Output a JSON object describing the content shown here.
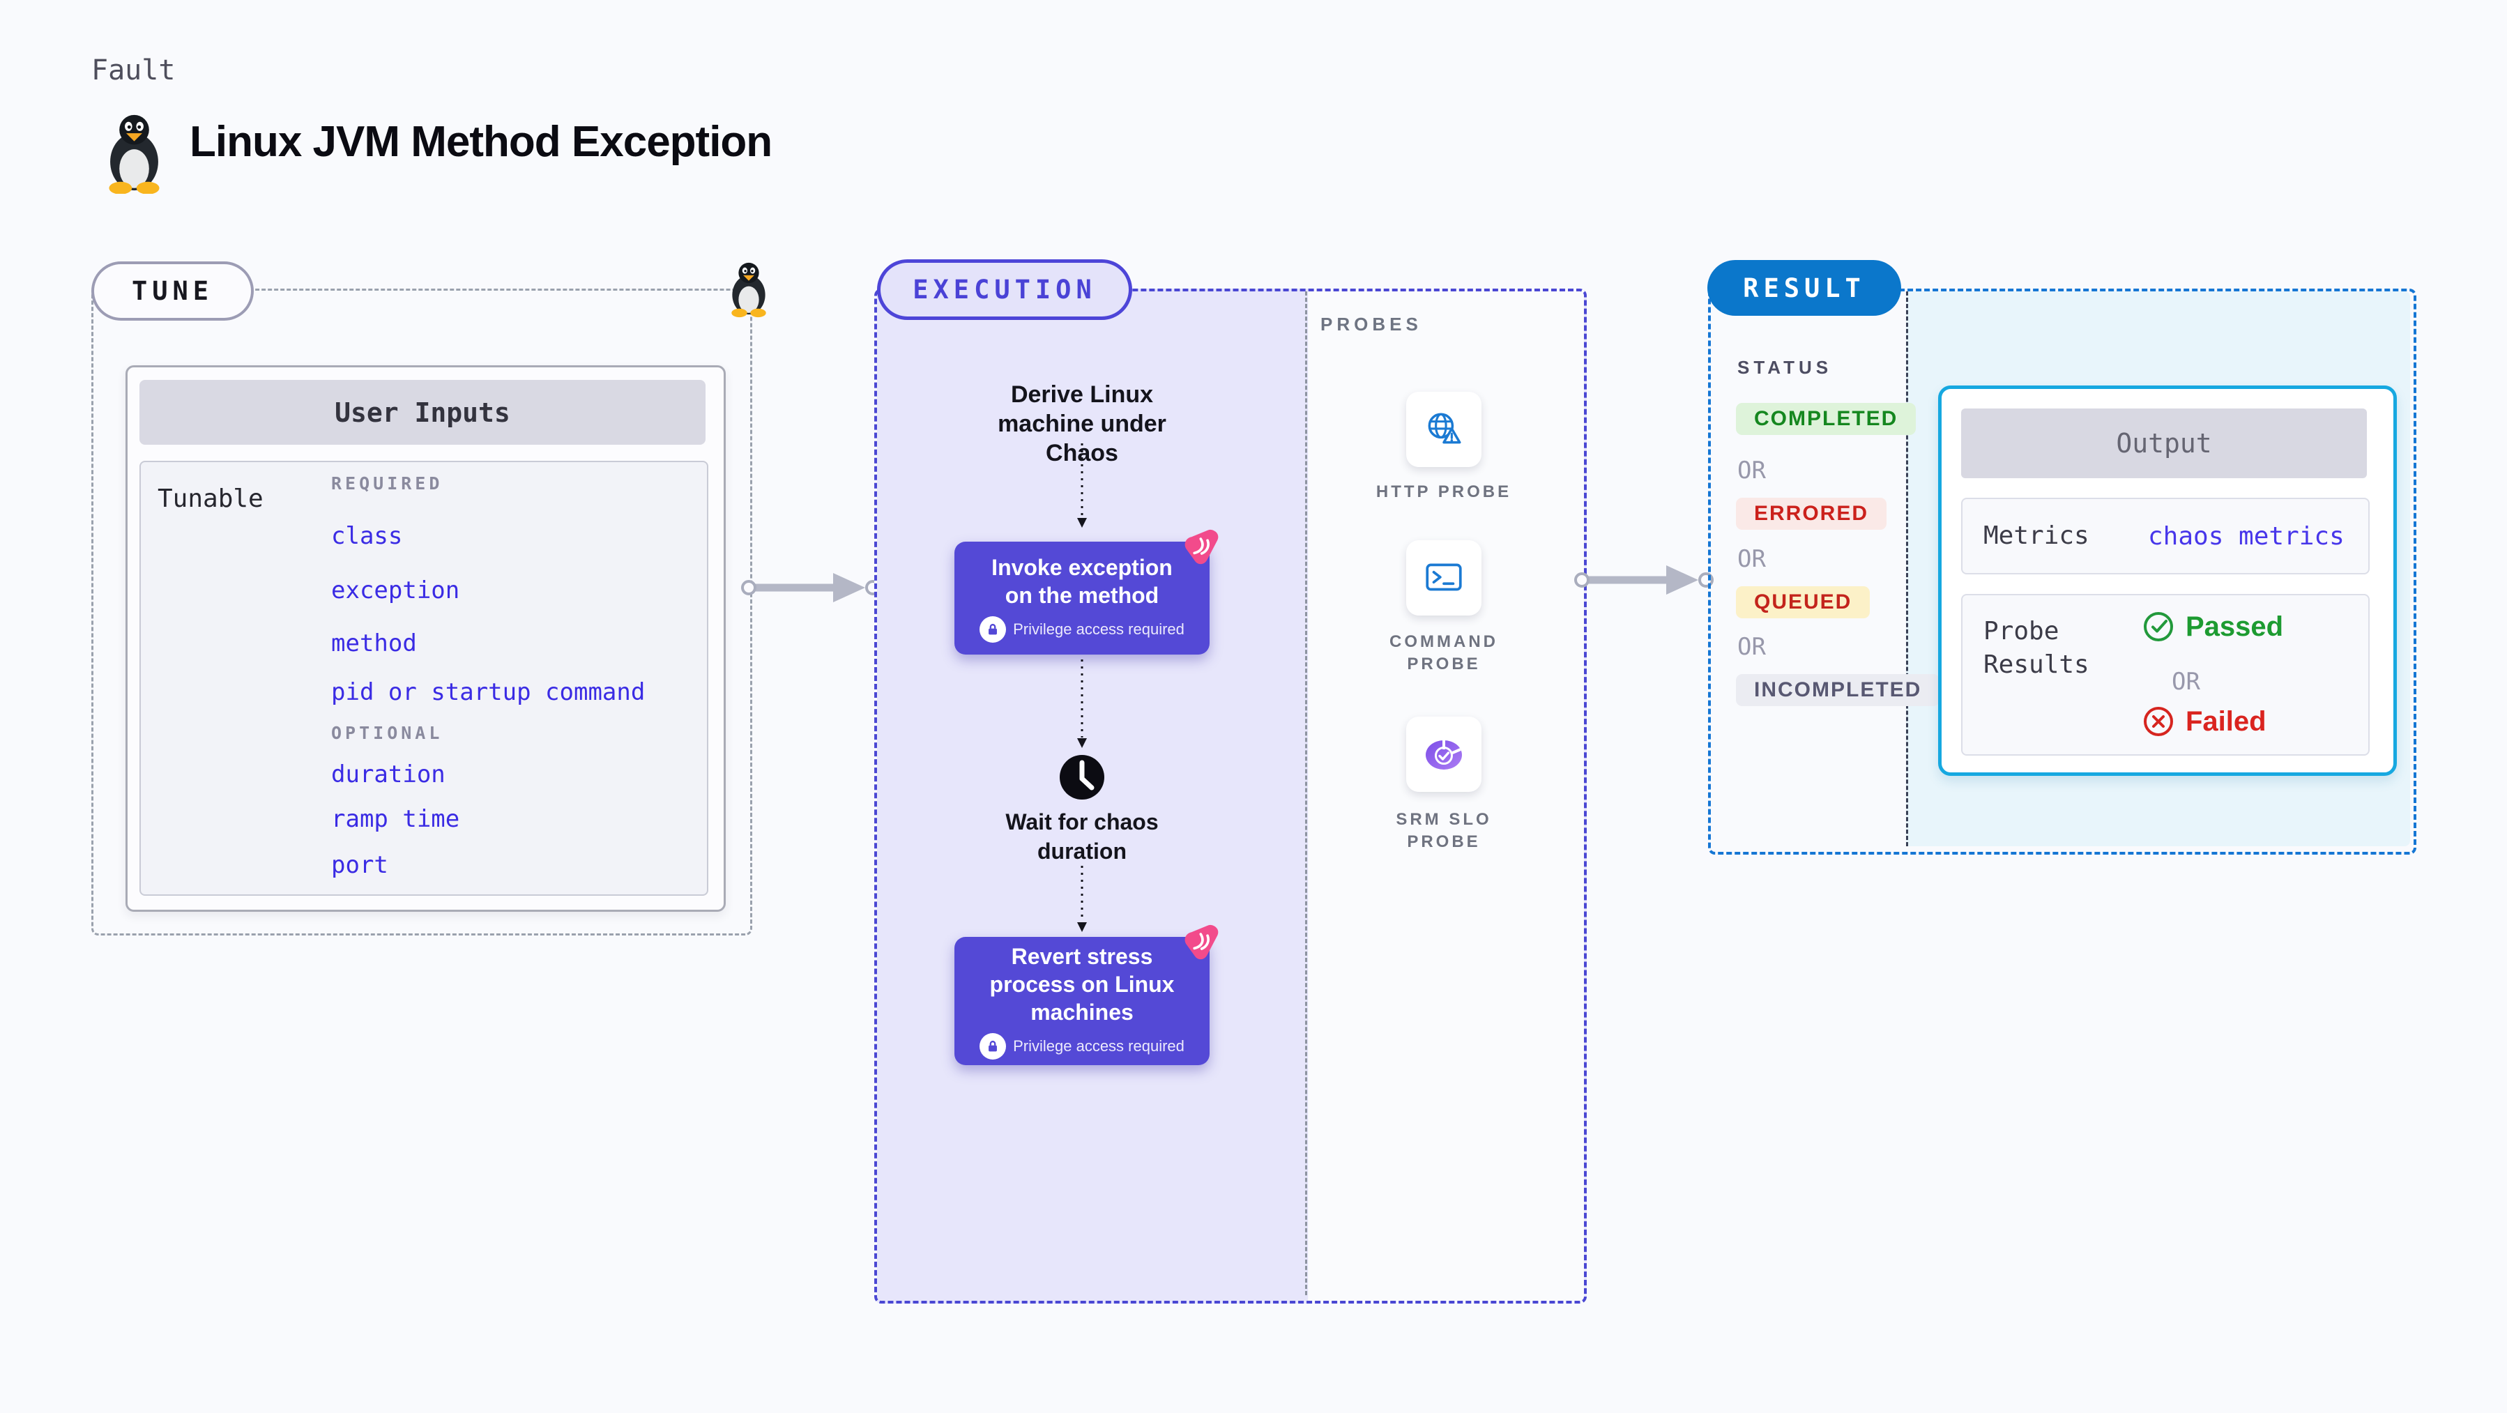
{
  "header": {
    "kicker": "Fault",
    "title": "Linux JVM Method Exception"
  },
  "tune": {
    "badge": "TUNE",
    "table_title": "User Inputs",
    "row_label": "Tunable",
    "required_label": "REQUIRED",
    "required_items": [
      "class",
      "exception",
      "method",
      "pid or startup command"
    ],
    "optional_label": "OPTIONAL",
    "optional_items": [
      "duration",
      "ramp time",
      "port"
    ]
  },
  "execution": {
    "badge": "EXECUTION",
    "derive_text": "Derive Linux machine under Chaos",
    "invoke_label": "Invoke exception on the method",
    "wait_text": "Wait for chaos duration",
    "revert_label": "Revert stress process on Linux machines",
    "privilege_note": "Privilege access required"
  },
  "probes": {
    "label": "PROBES",
    "items": [
      "HTTP PROBE",
      "COMMAND PROBE",
      "SRM SLO PROBE"
    ]
  },
  "result": {
    "badge": "RESULT",
    "status_label": "STATUS",
    "or_label": "OR",
    "statuses": [
      "COMPLETED",
      "ERRORED",
      "QUEUED",
      "INCOMPLETED"
    ],
    "output": {
      "title": "Output",
      "metrics_label": "Metrics",
      "metrics_value": "chaos metrics",
      "probe_results_label": "Probe Results",
      "passed_label": "Passed",
      "failed_label": "Failed"
    }
  },
  "icons": {
    "fault": "tux-penguin-icon",
    "node_corner": "chaos-flourish-icon",
    "node_lock": "lock-icon",
    "wait": "clock-icon",
    "probe_http": "globe-warning-icon",
    "probe_command": "terminal-icon",
    "probe_srm": "pie-check-icon",
    "passed": "check-circle-icon",
    "failed": "x-circle-icon"
  },
  "colors": {
    "page_bg": "#f9fafd",
    "link_blue": "#3a2be4",
    "node_purple": "#5449d6",
    "exec_lavender": "#e7e6fb",
    "exec_dash": "#4a47d3",
    "tune_dash": "#9aa1ad",
    "result_dash": "#1576d4",
    "result_badge_bg": "#0b77cb",
    "output_border": "#16a8e0",
    "output_area_bg": "#e8f5fb",
    "probe_icon_blue": "#1b7ad3",
    "completed_green": "#15871f",
    "errored_red": "#cb211c",
    "queued_amber_bg": "#fcf1c8",
    "passed_green": "#1d9b31",
    "failed_red": "#da241f",
    "arrow_gray": "#b4b7c6",
    "chaos_pink": "#f24b8b"
  }
}
